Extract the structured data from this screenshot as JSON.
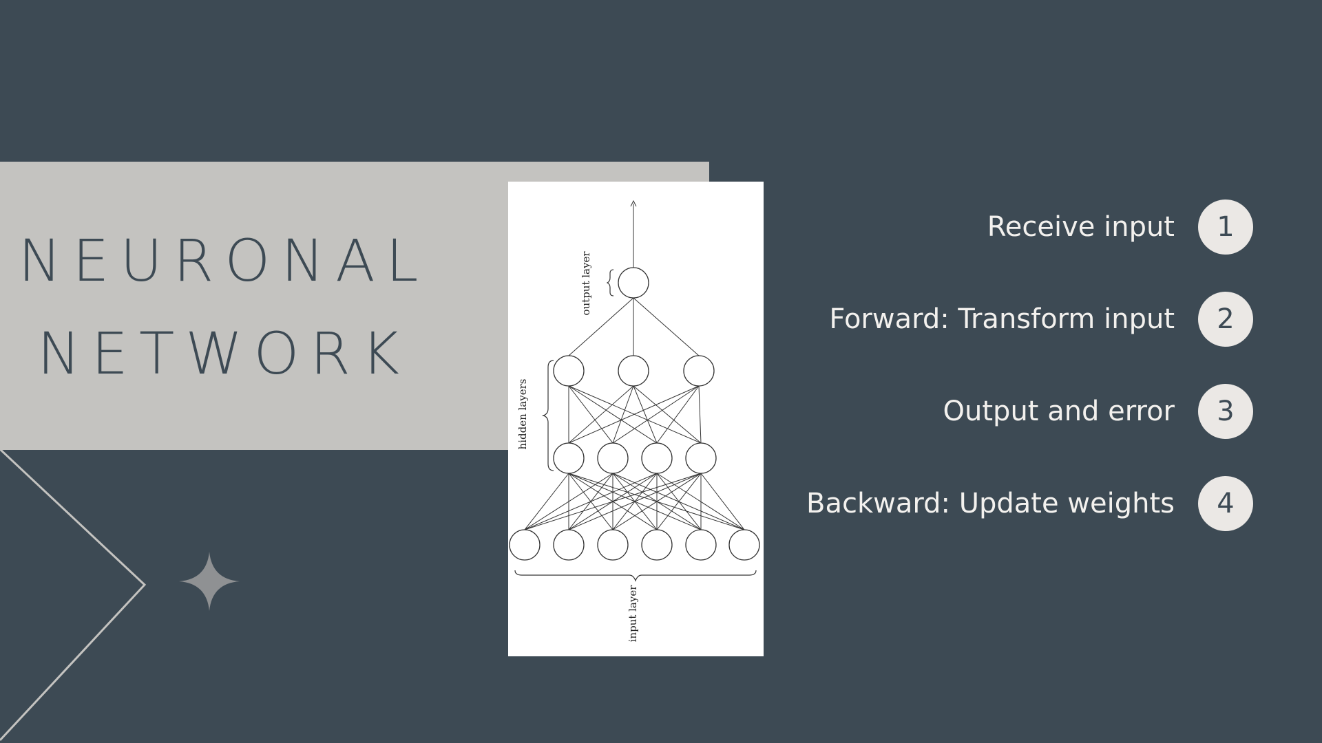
{
  "title": {
    "line1": "NEURONAL",
    "line2": "NETWORK"
  },
  "diagram": {
    "output_label": "output layer",
    "hidden_label": "hidden layers",
    "input_label": "input layer"
  },
  "steps": [
    {
      "number": "1",
      "label": "Receive input"
    },
    {
      "number": "2",
      "label": "Forward: Transform input"
    },
    {
      "number": "3",
      "label": "Output and error"
    },
    {
      "number": "4",
      "label": "Backward: Update weights"
    }
  ],
  "colors": {
    "background": "#3d4a54",
    "banner": "#c4c3c0",
    "circle": "#ebe8e5",
    "text_light": "#f3f1ee"
  },
  "icons": [
    "sparkle-star-icon",
    "chevron-outline"
  ]
}
